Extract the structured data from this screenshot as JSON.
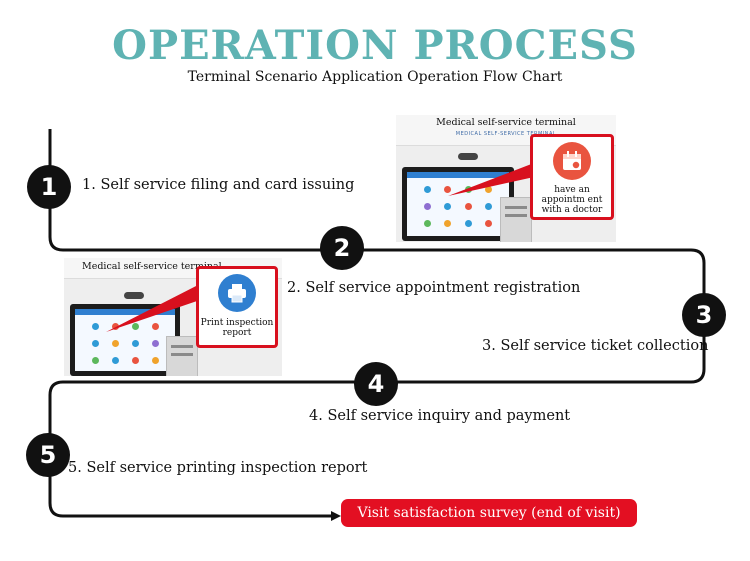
{
  "header": {
    "title": "OPERATION PROCESS",
    "subtitle": "Terminal Scenario Application Operation Flow Chart"
  },
  "steps": [
    {
      "number": "1",
      "label": "1. Self service filing and card issuing"
    },
    {
      "number": "2",
      "label": "2. Self service appointment registration"
    },
    {
      "number": "3",
      "label": "3. Self service ticket collection"
    },
    {
      "number": "4",
      "label": "4. Self service inquiry and payment"
    },
    {
      "number": "5",
      "label": "5. Self service printing inspection report"
    }
  ],
  "end_label": "Visit satisfaction survey (end of visit)",
  "kiosks": [
    {
      "title": "Medical self-service terminal",
      "subtitle": "MEDICAL SELF-SERVICE TERMINAL",
      "callout_label": "have an appointm ent with a doctor",
      "callout_icon": "calendar-icon"
    },
    {
      "title": "Medical self-service terminal",
      "subtitle": "",
      "callout_label": "Print inspection report",
      "callout_icon": "printer-icon"
    }
  ],
  "colors": {
    "title": "#5fb3b3",
    "badge": "#111111",
    "line": "#111111",
    "accent_red": "#e30f22",
    "icon_blue": "#2f7fd0"
  }
}
